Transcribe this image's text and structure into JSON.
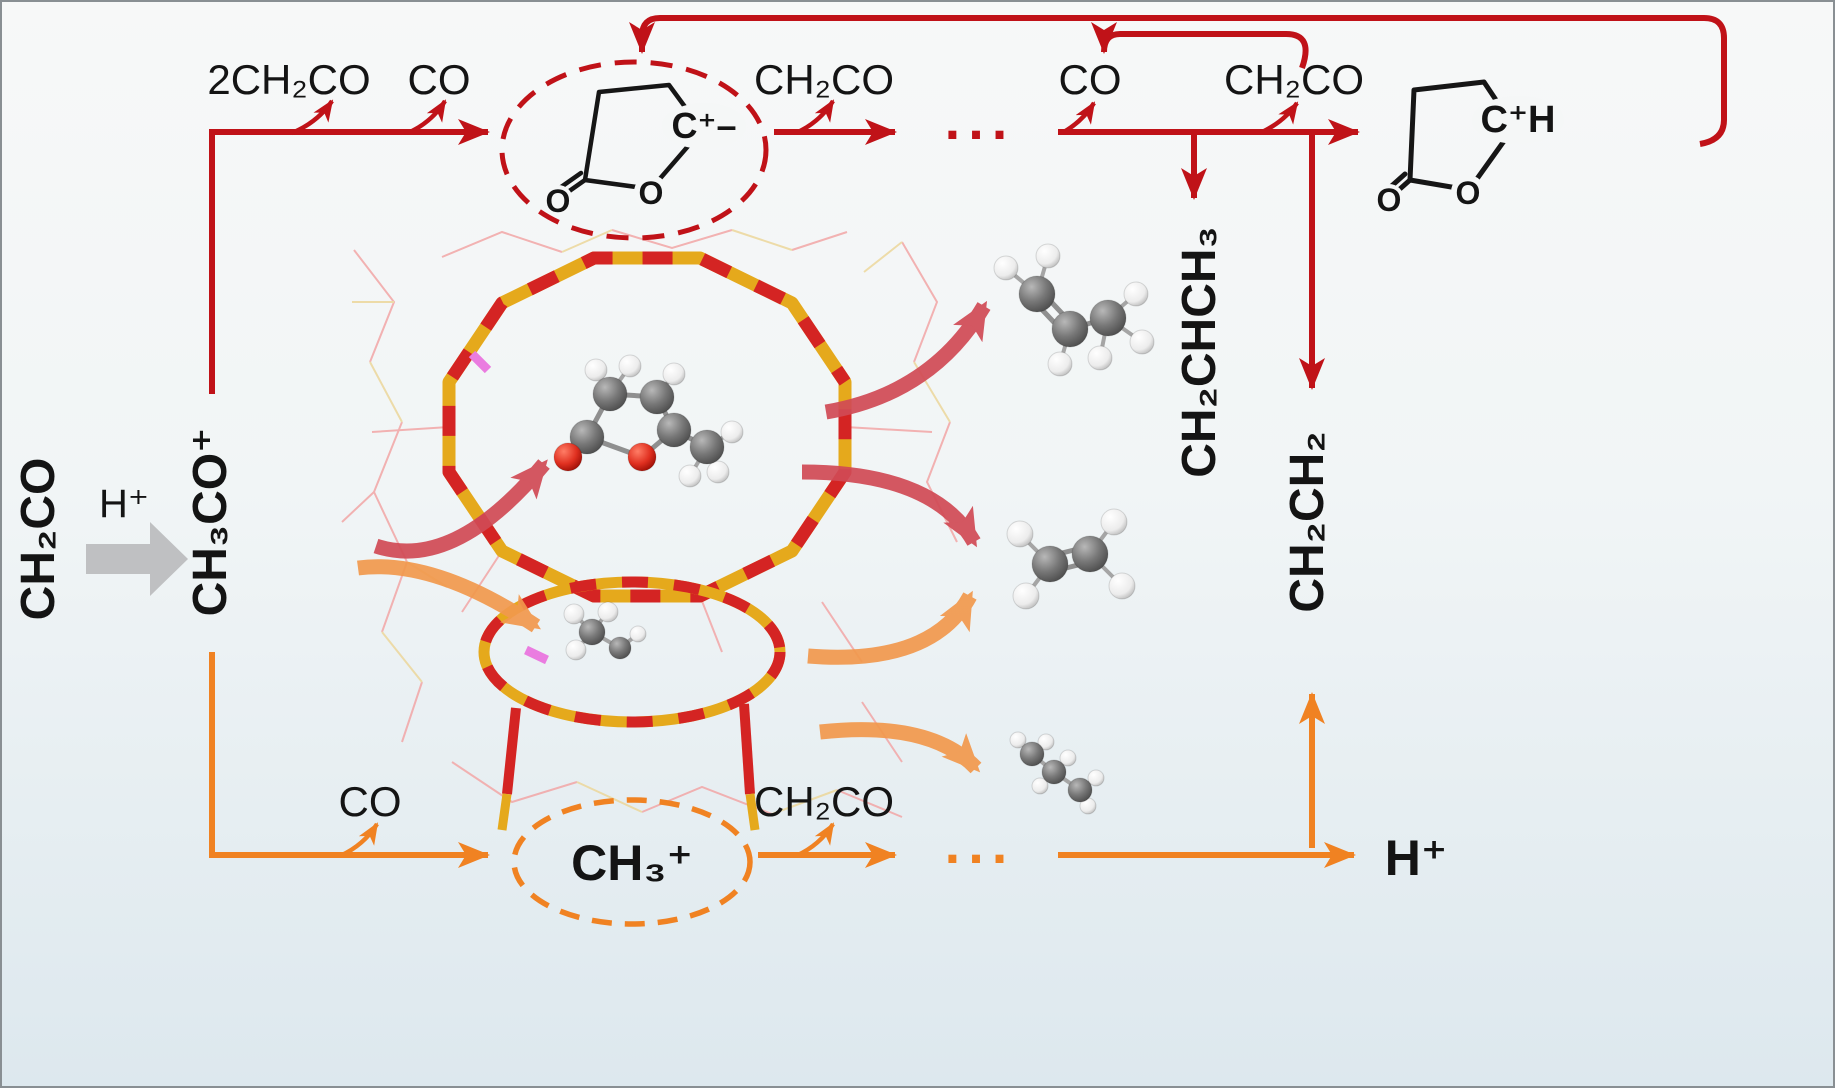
{
  "colors": {
    "scheme_red": "#c01218",
    "scheme_orange": "#f08222",
    "thick_arrow_red": "#d14a55",
    "thick_arrow_orange": "#f2994d",
    "zeolite_yellow": "#e5a91c",
    "zeolite_red": "#d42423",
    "gray_arrow": "#bfc0c2",
    "text": "#141414",
    "background_top": "#f7f8f8",
    "background_bottom": "#dde8ee"
  },
  "upper_pathway": {
    "reagent_in": "2CH₂CO",
    "co_out": "CO",
    "ketene_in_mid": "CH₂CO",
    "dots": "...",
    "co_out_right": "CO",
    "ketene_in_right": "CH₂CO",
    "propene": "CH₂CHCH₃",
    "ethylene": "CH₂CH₂"
  },
  "intermediates": {
    "lactone_cation_minus": "C⁺–",
    "lactone_cation_h": "C⁺H",
    "oxygen": "O",
    "methyl_cation": "CH₃⁺",
    "acylium": "CH₃CO⁺"
  },
  "left_feed": {
    "ketene": "CH₂CO",
    "proton": "H⁺"
  },
  "lower_pathway": {
    "co_out": "CO",
    "ketene_in": "CH₂CO",
    "dots": "...",
    "proton_out": "H⁺"
  }
}
